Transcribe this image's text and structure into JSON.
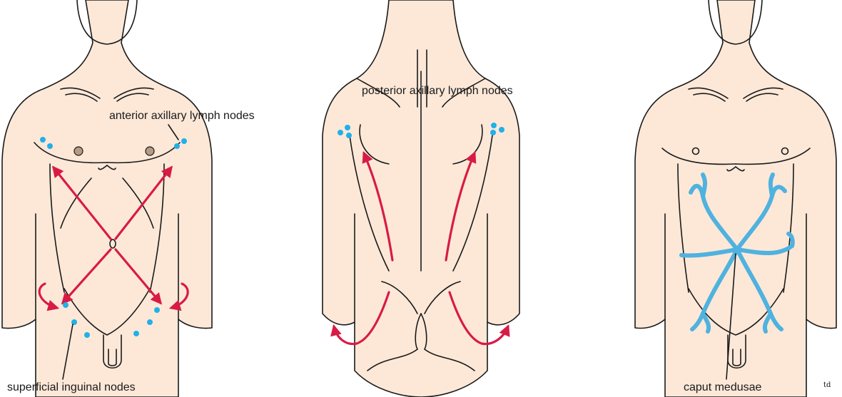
{
  "labels": {
    "anterior_axillary": "anterior axillary lymph nodes",
    "posterior_axillary": "posterior axillary lymph nodes",
    "superficial_inguinal": "superficial inguinal nodes",
    "caput_medusae": "caput medusae"
  },
  "signature": "td",
  "colors": {
    "skin": "#fde8d8",
    "outline": "#1a1a1a",
    "arrow": "#d81b45",
    "lymph_node": "#21b0ea",
    "vein": "#4fb2df"
  }
}
